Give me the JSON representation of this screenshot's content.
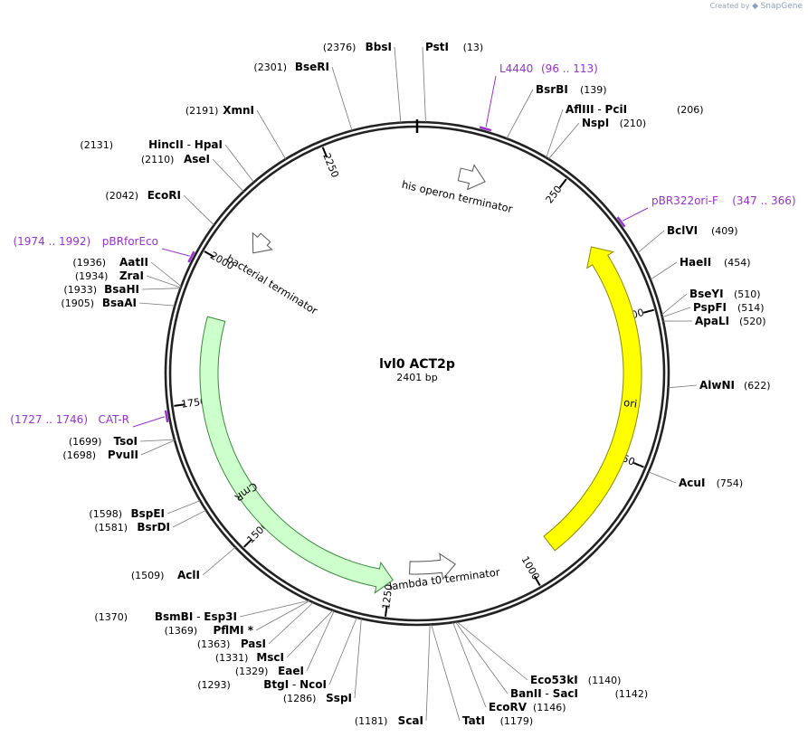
{
  "watermark": {
    "created_by": "Created by",
    "brand": "SnapGene"
  },
  "plasmid": {
    "name": "lvl0 ACT2p",
    "length_label": "2401 bp",
    "length": 2401
  },
  "ticks": [
    {
      "pos": 250,
      "label": "250"
    },
    {
      "pos": 500,
      "label": "500"
    },
    {
      "pos": 750,
      "label": "750"
    },
    {
      "pos": 1000,
      "label": "1000"
    },
    {
      "pos": 1250,
      "label": "1250"
    },
    {
      "pos": 1500,
      "label": "1500"
    },
    {
      "pos": 1750,
      "label": "1750"
    },
    {
      "pos": 2000,
      "label": "2000"
    },
    {
      "pos": 2250,
      "label": "2250"
    }
  ],
  "features": [
    {
      "name": "ori",
      "start": 360,
      "end": 948,
      "strand": "-1",
      "color": "#ffff00",
      "stroke": "#8a8a00"
    },
    {
      "name": "CmR",
      "start": 1245,
      "end": 1902,
      "strand": "-1",
      "color": "#ccffcc",
      "stroke": "#3a8a3a"
    },
    {
      "name": "his operon terminator",
      "start": 80,
      "end": 130,
      "strand": "1",
      "color": "#ffffff",
      "stroke": "#555555"
    },
    {
      "name": "bacterial terminator",
      "start": 2043,
      "end": 2080,
      "strand": "-1",
      "color": "#ffffff",
      "stroke": "#555555"
    },
    {
      "name": "lambda t0 terminator",
      "start": 1125,
      "end": 1215,
      "strand": "-1",
      "color": "#ffffff",
      "stroke": "#555555"
    }
  ],
  "primers": [
    {
      "name": "L4440",
      "range": "(96 .. 113)",
      "pos": 104
    },
    {
      "name": "pBR322ori-F",
      "range": "(347 .. 366)",
      "pos": 356
    },
    {
      "name": "pBRforEco",
      "range": "(1974 .. 1992)",
      "pos": 1983
    },
    {
      "name": "CAT-R",
      "range": "(1727 .. 1746)",
      "pos": 1736
    }
  ],
  "sites": [
    {
      "names": [
        "PstI"
      ],
      "positions": [
        "(13)"
      ],
      "pos": 13
    },
    {
      "names": [
        "BsrBI"
      ],
      "positions": [
        "(139)"
      ],
      "pos": 139
    },
    {
      "names": [
        "AflIII",
        "PciI"
      ],
      "positions": [
        "(206)"
      ],
      "pos": 206
    },
    {
      "names": [
        "NspI"
      ],
      "positions": [
        "(210)"
      ],
      "pos": 210
    },
    {
      "names": [
        "BclVI"
      ],
      "positions": [
        "(409)"
      ],
      "pos": 409
    },
    {
      "names": [
        "HaeII"
      ],
      "positions": [
        "(454)"
      ],
      "pos": 454
    },
    {
      "names": [
        "BseYI"
      ],
      "positions": [
        "(510)"
      ],
      "pos": 510
    },
    {
      "names": [
        "PspFI"
      ],
      "positions": [
        "(514)"
      ],
      "pos": 514
    },
    {
      "names": [
        "ApaLI"
      ],
      "positions": [
        "(520)"
      ],
      "pos": 520
    },
    {
      "names": [
        "AlwNI"
      ],
      "positions": [
        "(622)"
      ],
      "pos": 622
    },
    {
      "names": [
        "AcuI"
      ],
      "positions": [
        "(754)"
      ],
      "pos": 754
    },
    {
      "names": [
        "Eco53kI"
      ],
      "positions": [
        "(1140)"
      ],
      "pos": 1140
    },
    {
      "names": [
        "BanII",
        "SacI"
      ],
      "positions": [
        "(1142)"
      ],
      "pos": 1142
    },
    {
      "names": [
        "EcoRV"
      ],
      "positions": [
        "(1146)"
      ],
      "pos": 1146
    },
    {
      "names": [
        "TatI"
      ],
      "positions": [
        "(1179)"
      ],
      "pos": 1179
    },
    {
      "names": [
        "ScaI"
      ],
      "positions": [
        "(1181)"
      ],
      "pos": 1181
    },
    {
      "names": [
        "SspI"
      ],
      "positions": [
        "(1286)"
      ],
      "pos": 1286
    },
    {
      "names": [
        "BtgI",
        "NcoI"
      ],
      "positions": [
        "(1293)"
      ],
      "pos": 1293
    },
    {
      "names": [
        "EaeI"
      ],
      "positions": [
        "(1329)"
      ],
      "pos": 1329
    },
    {
      "names": [
        "MscI"
      ],
      "positions": [
        "(1331)"
      ],
      "pos": 1331
    },
    {
      "names": [
        "PasI"
      ],
      "positions": [
        "(1363)"
      ],
      "pos": 1363
    },
    {
      "names": [
        "PflMI *"
      ],
      "positions": [
        "(1369)"
      ],
      "pos": 1369
    },
    {
      "names": [
        "BsmBI",
        "Esp3I"
      ],
      "positions": [
        "(1370)"
      ],
      "pos": 1370
    },
    {
      "names": [
        "AclI"
      ],
      "positions": [
        "(1509)"
      ],
      "pos": 1509
    },
    {
      "names": [
        "BsrDI"
      ],
      "positions": [
        "(1581)"
      ],
      "pos": 1581
    },
    {
      "names": [
        "BspEI"
      ],
      "positions": [
        "(1598)"
      ],
      "pos": 1598
    },
    {
      "names": [
        "PvuII"
      ],
      "positions": [
        "(1698)"
      ],
      "pos": 1698
    },
    {
      "names": [
        "TsoI"
      ],
      "positions": [
        "(1699)"
      ],
      "pos": 1699
    },
    {
      "names": [
        "BsaAI"
      ],
      "positions": [
        "(1905)"
      ],
      "pos": 1905
    },
    {
      "names": [
        "BsaHI"
      ],
      "positions": [
        "(1933)"
      ],
      "pos": 1933
    },
    {
      "names": [
        "ZraI"
      ],
      "positions": [
        "(1934)"
      ],
      "pos": 1934
    },
    {
      "names": [
        "AatII"
      ],
      "positions": [
        "(1936)"
      ],
      "pos": 1936
    },
    {
      "names": [
        "EcoRI"
      ],
      "positions": [
        "(2042)"
      ],
      "pos": 2042
    },
    {
      "names": [
        "AseI"
      ],
      "positions": [
        "(2110)"
      ],
      "pos": 2110
    },
    {
      "names": [
        "HincII",
        "HpaI"
      ],
      "positions": [
        "(2131)"
      ],
      "pos": 2131
    },
    {
      "names": [
        "XmnI"
      ],
      "positions": [
        "(2191)"
      ],
      "pos": 2191
    },
    {
      "names": [
        "BseRI"
      ],
      "positions": [
        "(2301)"
      ],
      "pos": 2301
    },
    {
      "names": [
        "BbsI"
      ],
      "positions": [
        "(2376)"
      ],
      "pos": 2376
    }
  ]
}
